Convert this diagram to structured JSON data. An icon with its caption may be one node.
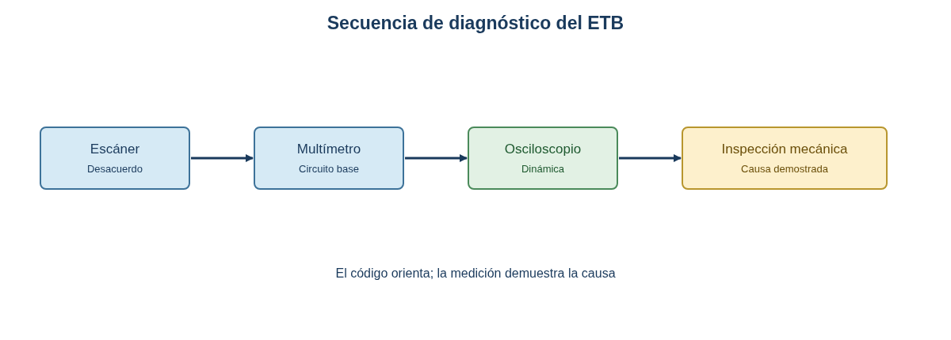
{
  "diagram": {
    "title": "Secuencia de diagnóstico del ETB",
    "nodes": [
      {
        "text": [
          "Escáner",
          "Desacuerdo"
        ]
      },
      {
        "text": [
          "Multímetro",
          "Circuito base"
        ]
      },
      {
        "text": [
          "Osciloscopio",
          "Dinámica"
        ]
      },
      {
        "text": [
          "Inspección mecánica",
          "Causa demostrada"
        ]
      }
    ],
    "edges": [
      {
        "from": 0,
        "to": 1,
        "arrow": "to"
      },
      {
        "from": 1,
        "to": 2,
        "arrow": "to"
      },
      {
        "from": 2,
        "to": 3,
        "arrow": "to"
      }
    ],
    "caption": "El código orienta; la medición demuestra la causa"
  }
}
